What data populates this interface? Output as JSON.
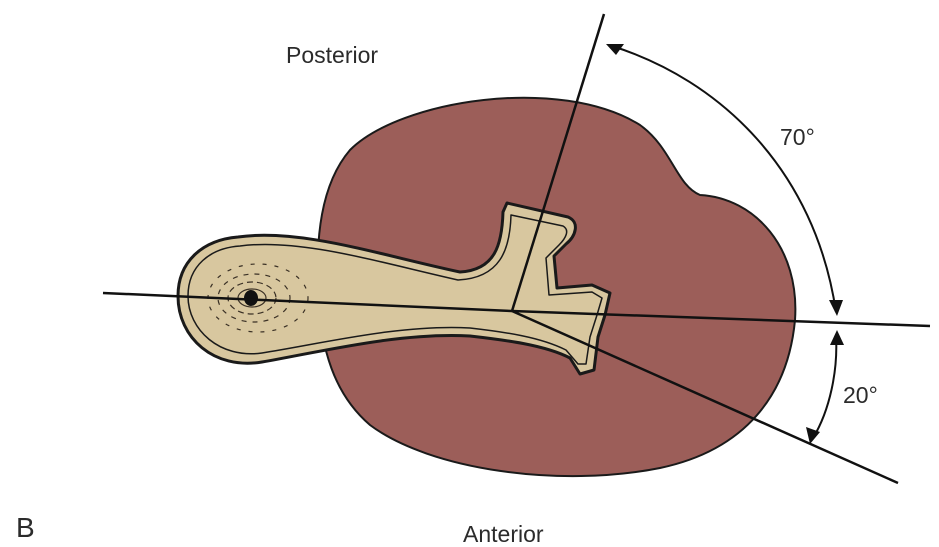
{
  "labels": {
    "posterior": "Posterior",
    "anterior": "Anterior",
    "angle_upper": "70°",
    "angle_lower": "20°",
    "panel": "B"
  },
  "colors": {
    "body": "#9c5e59",
    "bone": "#d8c79f",
    "outline": "#1a1a1a",
    "text": "#2b2b2b"
  }
}
